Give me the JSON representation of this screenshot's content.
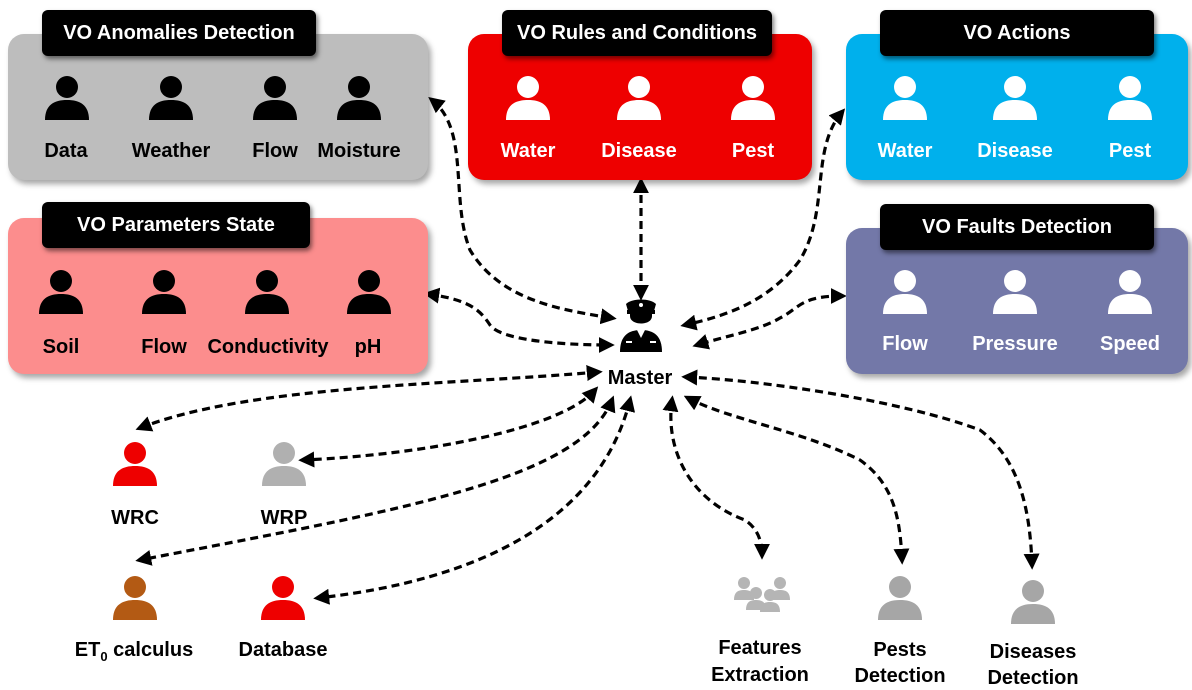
{
  "groups": {
    "anomalies": {
      "title": "VO Anomalies Detection",
      "items": [
        "Data",
        "Weather",
        "Flow",
        "Moisture"
      ],
      "color": "#bdbdbd",
      "icon_color": "#000000",
      "text_color": "#000000"
    },
    "rules": {
      "title": "VO Rules and Conditions",
      "items": [
        "Water",
        "Disease",
        "Pest"
      ],
      "color": "#ee0000",
      "icon_color": "#ffffff",
      "text_color": "#ffffff"
    },
    "actions": {
      "title": "VO Actions",
      "items": [
        "Water",
        "Disease",
        "Pest"
      ],
      "color": "#00b0ec",
      "icon_color": "#ffffff",
      "text_color": "#ffffff"
    },
    "parameters": {
      "title": "VO Parameters State",
      "items": [
        "Soil",
        "Flow",
        "Conductivity",
        "pH"
      ],
      "color": "#fc8d8d",
      "icon_color": "#000000",
      "text_color": "#000000"
    },
    "faults": {
      "title": "VO Faults Detection",
      "items": [
        "Flow",
        "Pressure",
        "Speed"
      ],
      "color": "#7378a8",
      "icon_color": "#ffffff",
      "text_color": "#ffffff"
    }
  },
  "master": {
    "label": "Master",
    "icon": "police-officer-icon"
  },
  "agents": {
    "wrc": {
      "label": "WRC",
      "color": "#ee0000"
    },
    "wrp": {
      "label": "WRP",
      "color": "#b0b0b0"
    },
    "et0": {
      "label_main": "ET",
      "label_sub": "0",
      "label_rest": " calculus",
      "color": "#b35a14"
    },
    "database": {
      "label": "Database",
      "color": "#ee0000"
    },
    "features": {
      "line1": "Features",
      "line2": "Extraction",
      "color": "#b5b5b5",
      "icon": "group-icon"
    },
    "pests": {
      "line1": "Pests",
      "line2": "Detection",
      "color": "#a6a6a6"
    },
    "diseases": {
      "line1": "Diseases",
      "line2": "Detection",
      "color": "#a6a6a6"
    }
  }
}
